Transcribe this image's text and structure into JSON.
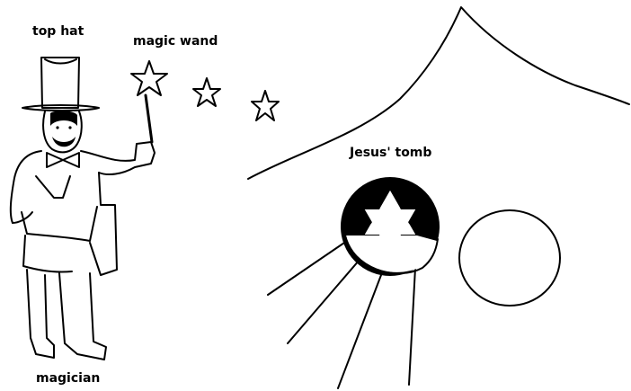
{
  "labels": {
    "top_hat": "top hat",
    "magic_wand": "magic wand",
    "jesus_tomb": "Jesus' tomb",
    "magician": "magician"
  },
  "colors": {
    "ink": "#000000",
    "background": "#ffffff"
  },
  "icons": {
    "magic_stars": 3,
    "star_of_david": 1
  }
}
